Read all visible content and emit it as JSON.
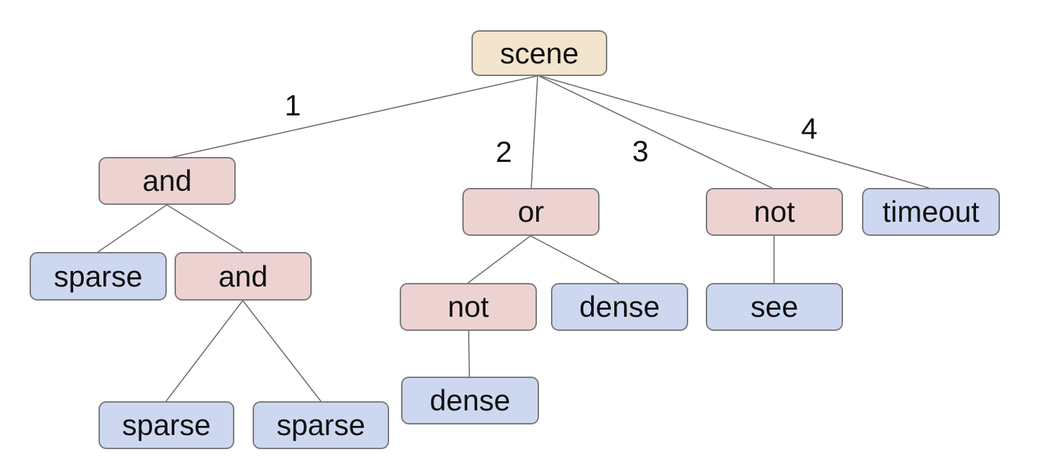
{
  "diagram_type": "tree",
  "colors": {
    "background": "#ffffff",
    "root_fill": "#f3e5cd",
    "operator_fill": "#ecd3d1",
    "leaf_fill": "#cdd8f0",
    "node_border": "#7b7b7b",
    "edge_stroke": "#6e6e6e",
    "text": "#111111"
  },
  "tree": {
    "label": "scene",
    "type": "root",
    "children": [
      {
        "edge_label": "1",
        "label": "and",
        "type": "operator",
        "children": [
          {
            "label": "sparse",
            "type": "leaf",
            "children": []
          },
          {
            "label": "and",
            "type": "operator",
            "children": [
              {
                "label": "sparse",
                "type": "leaf",
                "children": []
              },
              {
                "label": "sparse",
                "type": "leaf",
                "children": []
              }
            ]
          }
        ]
      },
      {
        "edge_label": "2",
        "label": "or",
        "type": "operator",
        "children": [
          {
            "label": "not",
            "type": "operator",
            "children": [
              {
                "label": "dense",
                "type": "leaf",
                "children": []
              }
            ]
          },
          {
            "label": "dense",
            "type": "leaf",
            "children": []
          }
        ]
      },
      {
        "edge_label": "3",
        "label": "not",
        "type": "operator",
        "children": [
          {
            "label": "see",
            "type": "leaf",
            "children": []
          }
        ]
      },
      {
        "edge_label": "4",
        "label": "timeout",
        "type": "leaf",
        "children": []
      }
    ]
  }
}
